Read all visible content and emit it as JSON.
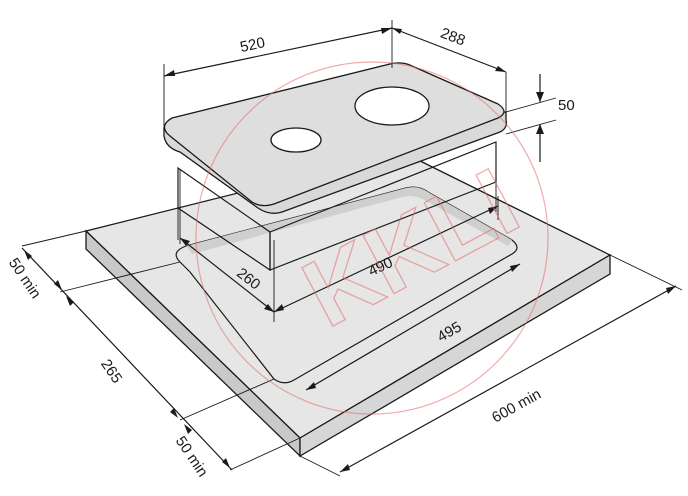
{
  "dimensions": {
    "hob_width": "520",
    "hob_depth": "288",
    "hob_height": "50",
    "cutout_depth": "260",
    "cutout_width": "490",
    "cutout_width_outer": "495",
    "counter_depth": "265",
    "rear_clearance": "50 min",
    "front_clearance": "50 min",
    "counter_width": "600 min"
  },
  "watermark": "KKLI",
  "colors": {
    "surface": "#e6e6e6",
    "surface_side": "#d2d2d2",
    "surface_dark": "#bdbdbd",
    "line": "#1a1a1a",
    "watermark": "#e36a6a"
  }
}
